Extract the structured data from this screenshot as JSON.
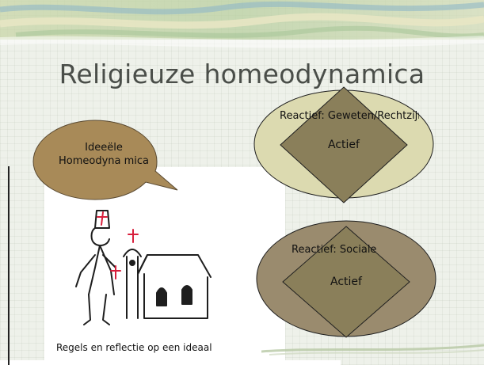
{
  "slide": {
    "title": "Religieuze homeodynamica",
    "speech_bubble": {
      "label": "Ideeële Homeodyna mica"
    },
    "caption": "Regels en reflectie op een ideaal",
    "shapes": [
      {
        "ellipse_label": "Reactief: Geweten/Rechtzijn",
        "diamond_label": "Actief"
      },
      {
        "ellipse_label": "Reactief: Sociale",
        "diamond_label": "Actief"
      }
    ]
  },
  "colors": {
    "background": "#eef1ea",
    "title_text": "#4a4e49",
    "speech_bubble_fill": "#a88a58",
    "ellipse_top_fill": "#dcdab0",
    "ellipse_bottom_fill": "#9a8b6e",
    "diamond_fill": "#8a7f5a",
    "outline": "#1e1e1e",
    "sketch_red": "#d81f3c"
  },
  "icons": [
    "decorative-brush-band",
    "speech-bubble",
    "bishop-and-church-sketch"
  ]
}
